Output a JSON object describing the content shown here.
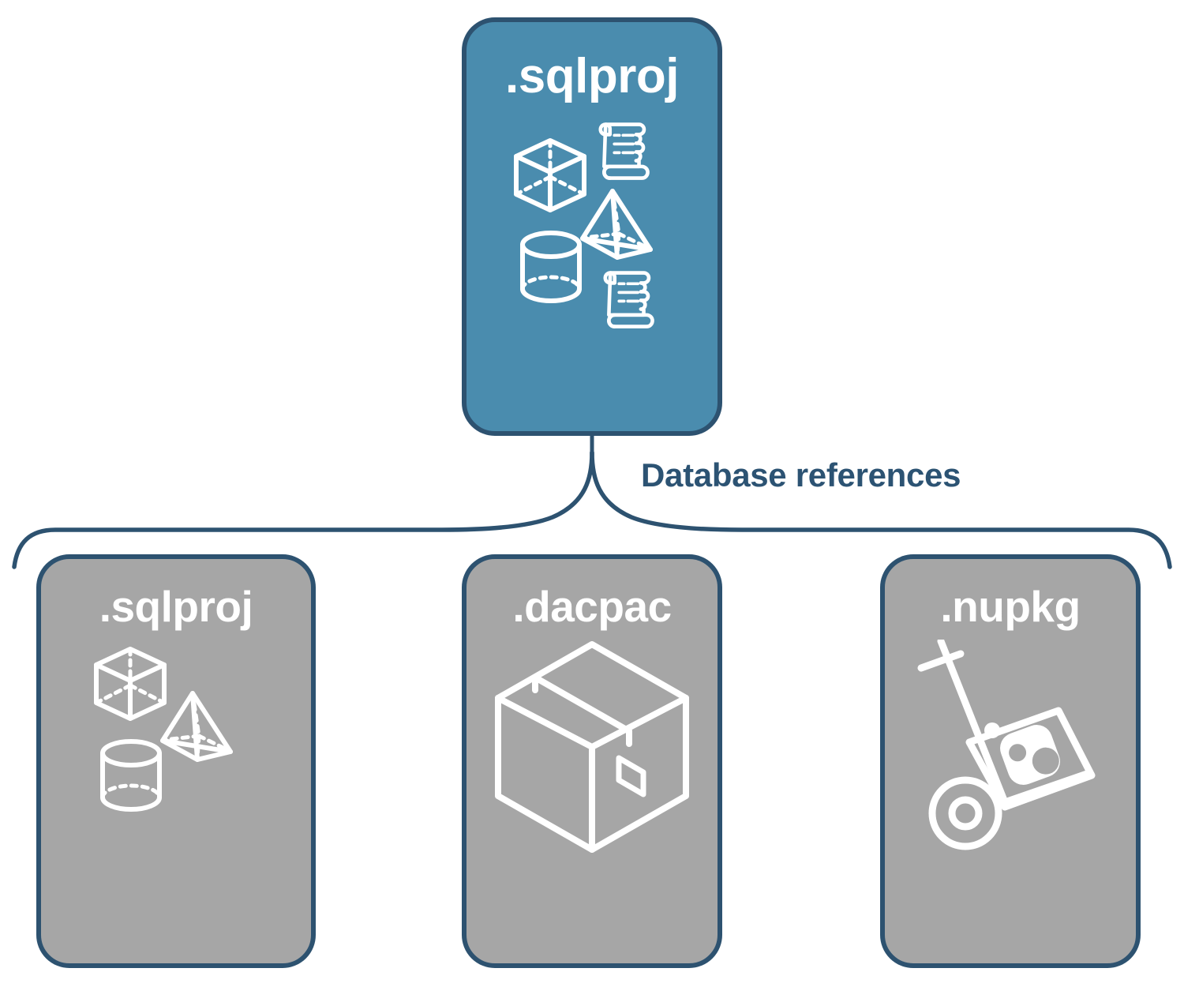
{
  "diagram": {
    "title_text": "SQL project database references",
    "background": "#ffffff",
    "colors": {
      "root_fill": "#4a8cae",
      "leaf_fill": "#a6a6a6",
      "border": "#2d5270",
      "label_text": "#2c5373",
      "icon_stroke": "#ffffff"
    }
  },
  "root": {
    "label": ".sqlproj",
    "icons": [
      "cube-wireframe-icon",
      "scroll-script-icon",
      "pyramid-wireframe-icon",
      "cylinder-wireframe-icon",
      "scroll-script-icon"
    ]
  },
  "connector": {
    "label": "Database references",
    "type": "curly-brace",
    "direction": "down"
  },
  "leaves": [
    {
      "label": ".sqlproj",
      "icons": [
        "cube-wireframe-icon",
        "pyramid-wireframe-icon",
        "cylinder-wireframe-icon"
      ]
    },
    {
      "label": ".dacpac",
      "icons": [
        "shipping-box-icon"
      ]
    },
    {
      "label": ".nupkg",
      "icons": [
        "hand-truck-icon",
        "nuget-package-icon"
      ]
    }
  ]
}
